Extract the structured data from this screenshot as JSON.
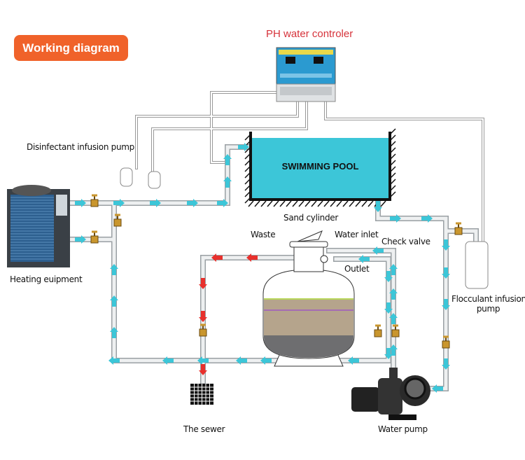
{
  "badge": {
    "label": "Working diagram",
    "color": "#f0622a"
  },
  "controller": {
    "title": "PH water controler",
    "title_color": "#d6333b"
  },
  "pool": {
    "label": "SWIMMING POOL",
    "water_color": "#3cc6d8"
  },
  "labels": {
    "disinfectant_pump": "Disinfectant infusion pump",
    "heating": "Heating euipment",
    "sand_cylinder": "Sand cylinder",
    "waste": "Waste",
    "water_inlet": "Water inlet",
    "check_valve": "Check valve",
    "outlet": "Outlet",
    "flocculant_line1": "Flocculant infusion",
    "flocculant_line2": "pump",
    "sewer": "The sewer",
    "water_pump": "Water pump"
  },
  "colors": {
    "flow_clean": "#3cc6d8",
    "flow_waste": "#e8302c",
    "pipe": "#cfd3d6"
  }
}
